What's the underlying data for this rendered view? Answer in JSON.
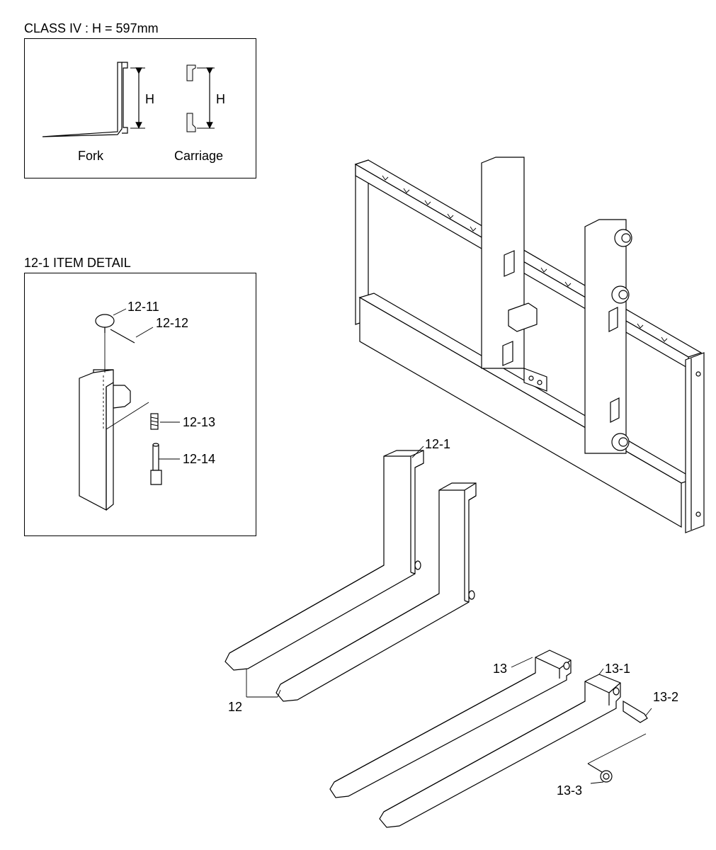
{
  "class_caption": "CLASS IV : H = 597mm",
  "class_panel": {
    "fork_label": "Fork",
    "carriage_label": "Carriage",
    "dimension_symbol": "H"
  },
  "detail_caption": "12-1 ITEM DETAIL",
  "detail_callouts": {
    "p12_11": "12-11",
    "p12_12": "12-12",
    "p12_13": "12-13",
    "p12_14": "12-14"
  },
  "main_callouts": {
    "p12_1": "12-1",
    "p12": "12",
    "p13": "13",
    "p13_1": "13-1",
    "p13_2": "13-2",
    "p13_3": "13-3"
  }
}
